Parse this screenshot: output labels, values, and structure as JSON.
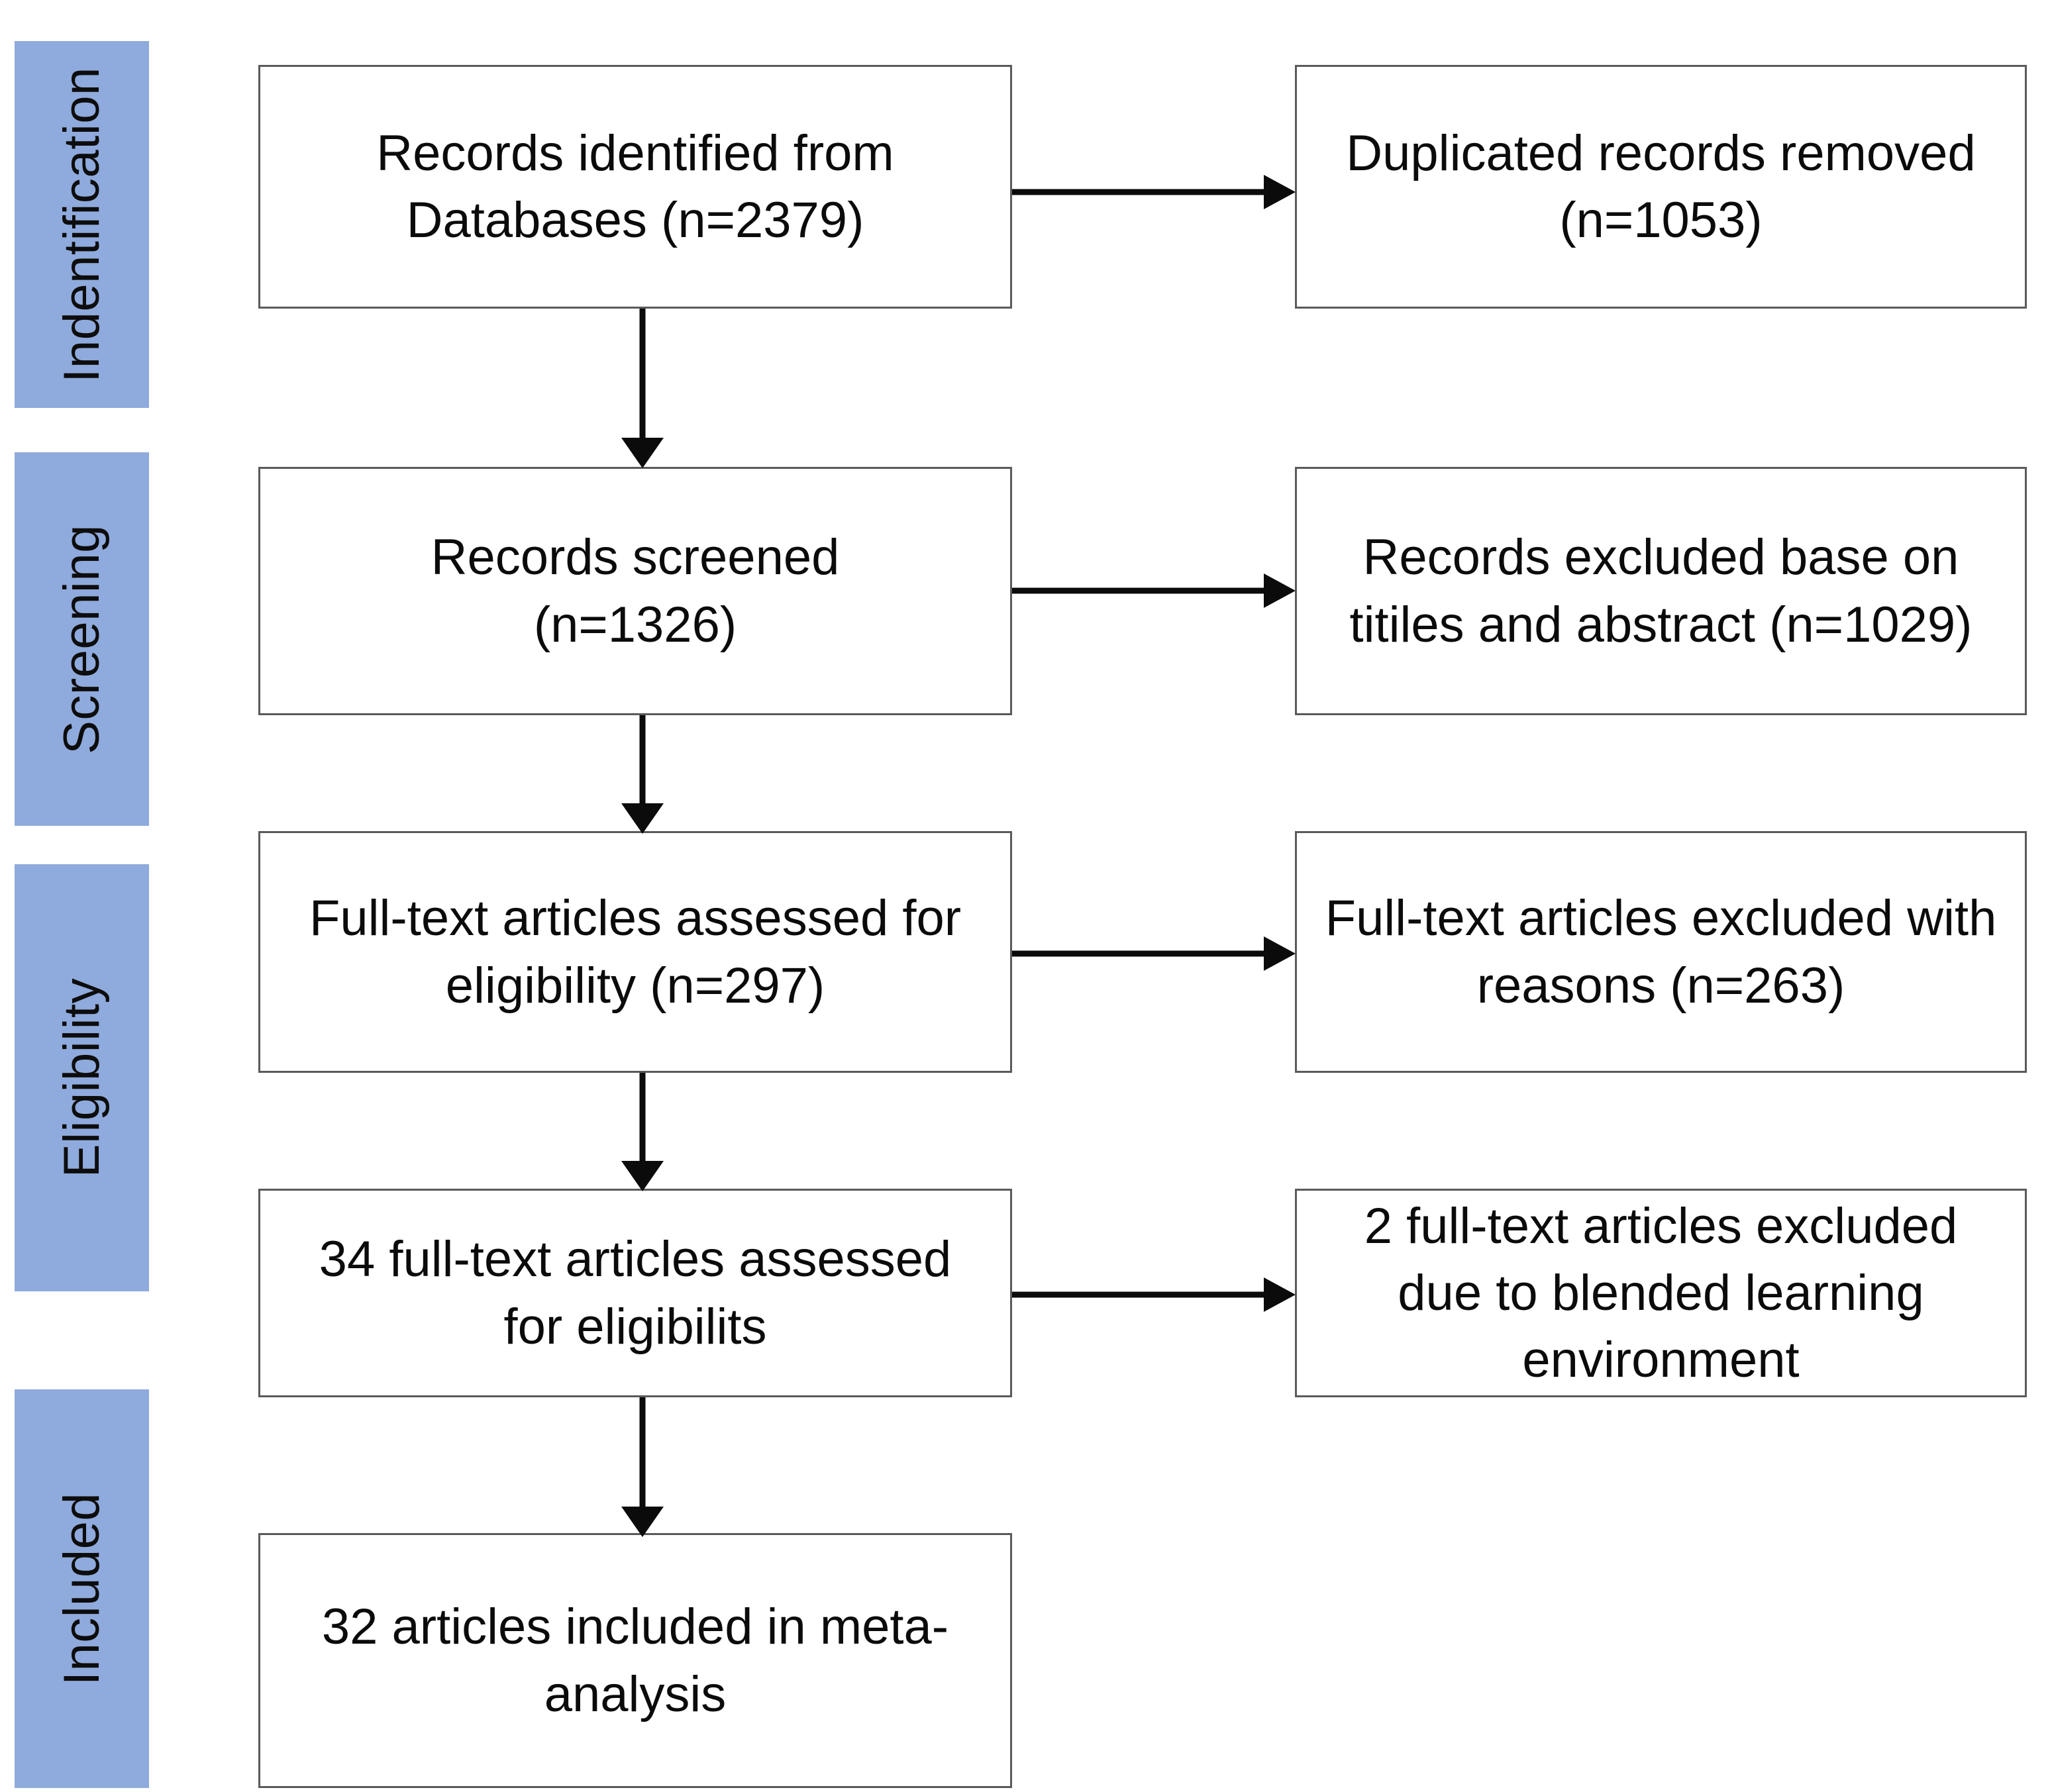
{
  "diagram": {
    "title": "PRISMA flow diagram",
    "accent_color": "#8FAADC",
    "box_border_color": "#5A5A5A",
    "text_color": "#0B0B0B",
    "background_color": "#FFFFFF"
  },
  "stages": [
    {
      "label": "Indentification"
    },
    {
      "label": "Screening"
    },
    {
      "label": "Eligibility"
    },
    {
      "label": "Included"
    }
  ],
  "boxes": {
    "identified": "Records identified from\nDatabases (n=2379)",
    "duplicates_removed": "Duplicated records removed\n(n=1053)",
    "screened": "Records screened\n(n=1326)",
    "excluded_title_abstract": "Records excluded base on\ntitiles and abstract (n=1029)",
    "fulltext_assessed": "Full-text articles assessed for\neligibility (n=297)",
    "fulltext_excluded_reasons": "Full-text articles excluded with\nreasons (n=263)",
    "fulltext_assessed_34": "34 full-text articles assessed\nfor eligibilits",
    "excluded_blended": "2 full-text articles excluded\ndue to blended learning\nenvironment",
    "included_meta": "32 articles included in meta-\nanalysis"
  },
  "counts": {
    "records_identified": 2379,
    "duplicates_removed": 1053,
    "records_screened": 1326,
    "excluded_titles_abstracts": 1029,
    "fulltext_assessed": 297,
    "fulltext_excluded_reasons": 263,
    "fulltext_assessed_second": 34,
    "excluded_blended_learning": 2,
    "included_in_meta_analysis": 32
  },
  "connectors": [
    {
      "name": "identified-to-duplicates",
      "direction": "right"
    },
    {
      "name": "identified-to-screened",
      "direction": "down"
    },
    {
      "name": "screened-to-excluded",
      "direction": "right"
    },
    {
      "name": "screened-to-fulltext",
      "direction": "down"
    },
    {
      "name": "fulltext-to-excluded-reasons",
      "direction": "right"
    },
    {
      "name": "fulltext-to-34-fulltext",
      "direction": "down"
    },
    {
      "name": "34-fulltext-to-blended-excluded",
      "direction": "right"
    },
    {
      "name": "34-fulltext-to-included",
      "direction": "down"
    }
  ]
}
